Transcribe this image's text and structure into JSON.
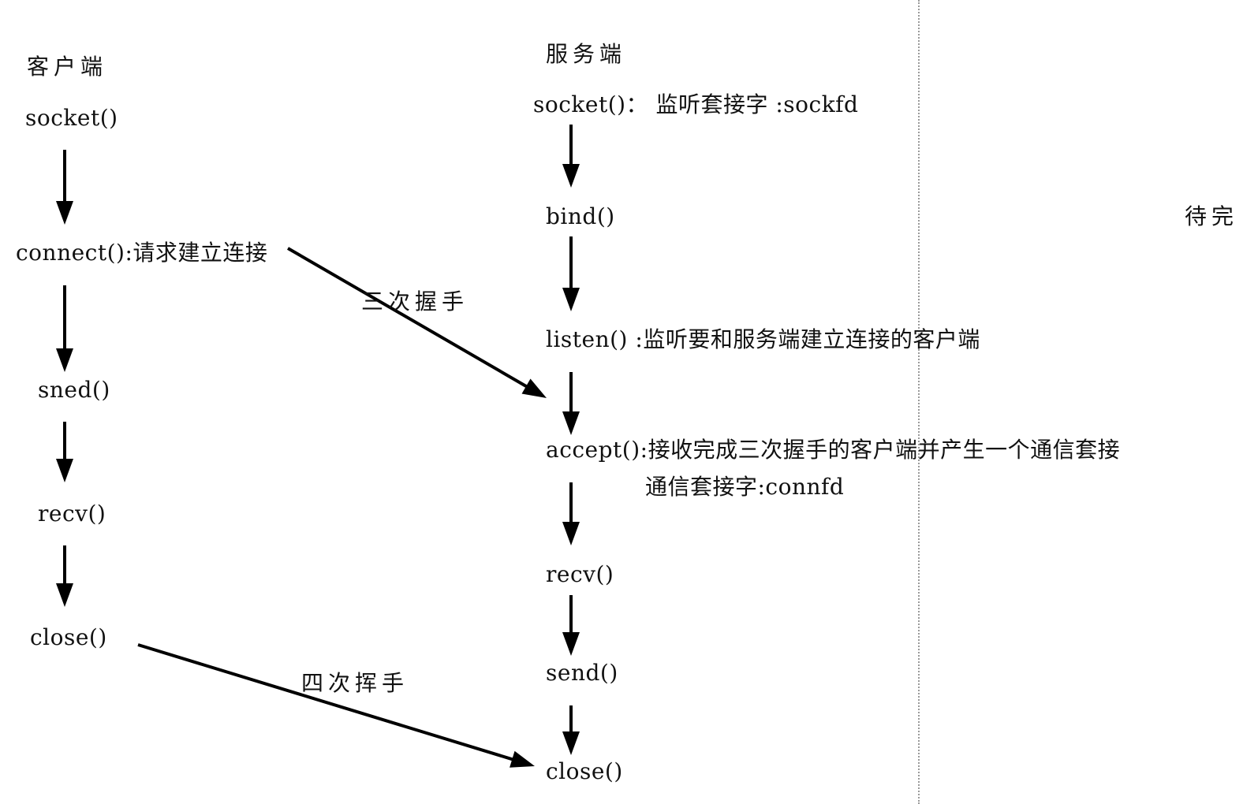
{
  "client": {
    "title": "客户端",
    "socket": "socket()",
    "connect": "connect():请求建立连接",
    "send": "sned()",
    "recv": "recv()",
    "close": "close()"
  },
  "server": {
    "title": "服务端",
    "socket": "socket()：  监听套接字 :sockfd",
    "bind": "bind()",
    "listen": "listen() :监听要和服务端建立连接的客户端",
    "accept": "accept():接收完成三次握手的客户端并产生一个通信套接",
    "accept_note": "通信套接字:connfd",
    "recv": "recv()",
    "send": "send()",
    "close": "close()"
  },
  "annotations": {
    "handshake": "三次握手",
    "wave": "四次挥手",
    "pending": "待完"
  },
  "colors": {
    "text": "#111111",
    "arrow": "#000000",
    "divider": "#9a9a9a"
  }
}
